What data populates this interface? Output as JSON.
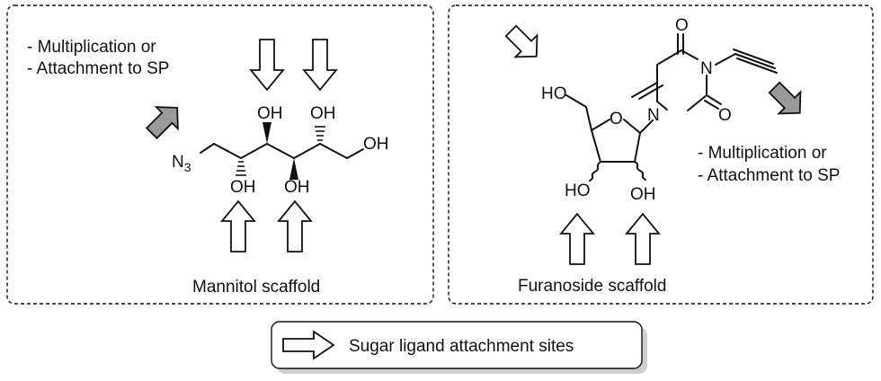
{
  "left_panel": {
    "notes": [
      "- Multiplication or",
      "- Attachment to SP"
    ],
    "n3_main": "N",
    "n3_sub": "3",
    "oh_labels": [
      "OH",
      "OH",
      "OH",
      "OH",
      "OH"
    ],
    "caption": "Mannitol scaffold"
  },
  "right_panel": {
    "notes": [
      "- Multiplication or",
      "- Attachment to SP"
    ],
    "atoms": {
      "ho_top": "HO",
      "ring_o": "O",
      "n1": "N",
      "n3": "N",
      "o_top": "O",
      "o_right": "O",
      "ho_bottom": "HO",
      "oh_bottom": "OH"
    },
    "caption": "Furanoside scaffold"
  },
  "legend": {
    "label": "Sugar ligand attachment sites"
  },
  "colors": {
    "ink": "#111111",
    "grey_arrow": "#9a9a9a",
    "legend_shadow": "#cfcfcf"
  }
}
